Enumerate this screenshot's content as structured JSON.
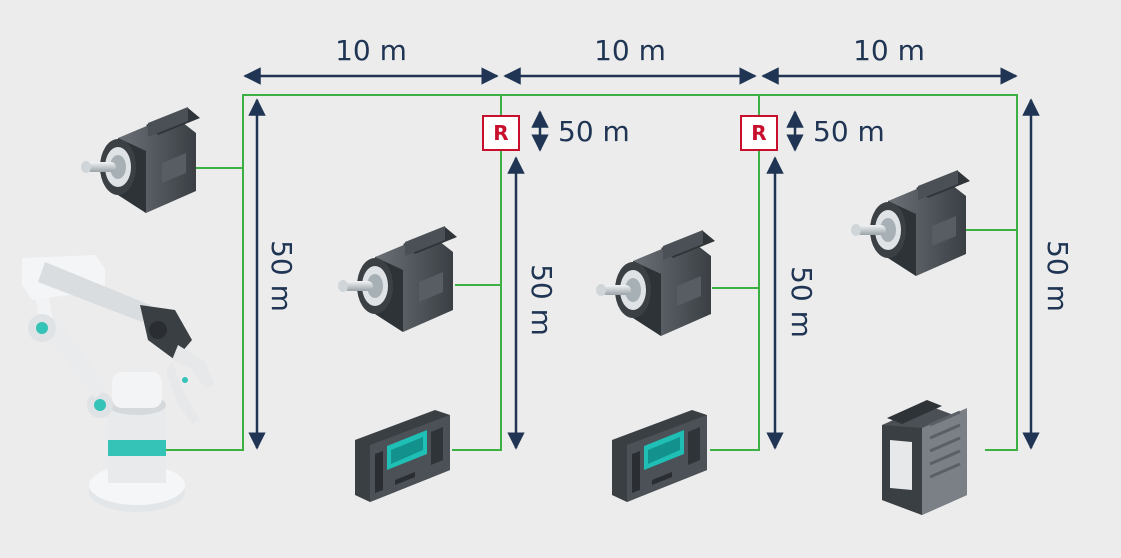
{
  "dimensions": {
    "top_segments": [
      "10 m",
      "10 m",
      "10 m"
    ],
    "repeater_spacing": [
      "50 m",
      "50 m"
    ],
    "drop_lengths": [
      "50 m",
      "50 m",
      "50 m",
      "50 m"
    ]
  },
  "repeaters": [
    "R",
    "R"
  ],
  "colors": {
    "cable": "#3cb043",
    "dimension": "#1f3553",
    "repeater": "#c8102e",
    "background": "#ececec"
  },
  "devices": [
    {
      "icon": "servo-motor-icon"
    },
    {
      "icon": "robot-arm-icon"
    },
    {
      "icon": "servo-motor-icon"
    },
    {
      "icon": "drive-display-icon"
    },
    {
      "icon": "servo-motor-icon"
    },
    {
      "icon": "drive-display-icon"
    },
    {
      "icon": "servo-motor-icon"
    },
    {
      "icon": "io-module-icon"
    }
  ]
}
